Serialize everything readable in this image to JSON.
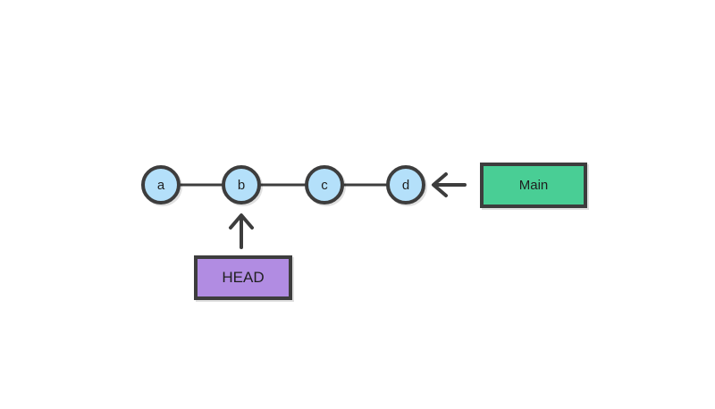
{
  "colors": {
    "node-fill": "#b4e0fa",
    "stroke": "#3d3d3d",
    "main-fill": "#49ce95",
    "head-fill": "#b18ce2",
    "text": "#1f1f1f",
    "background": "#ffffff"
  },
  "diagram": {
    "type": "git-commit-history",
    "nodes": [
      {
        "label": "a"
      },
      {
        "label": "b"
      },
      {
        "label": "c"
      },
      {
        "label": "d"
      }
    ],
    "refs": {
      "main": {
        "label": "Main"
      },
      "head": {
        "label": "HEAD"
      }
    },
    "arrows": [
      {
        "from": "Main",
        "to": "d",
        "direction": "left"
      },
      {
        "from": "HEAD",
        "to": "b",
        "direction": "up"
      }
    ],
    "edges": [
      {
        "from": "a",
        "to": "b"
      },
      {
        "from": "b",
        "to": "c"
      },
      {
        "from": "c",
        "to": "d"
      }
    ]
  }
}
